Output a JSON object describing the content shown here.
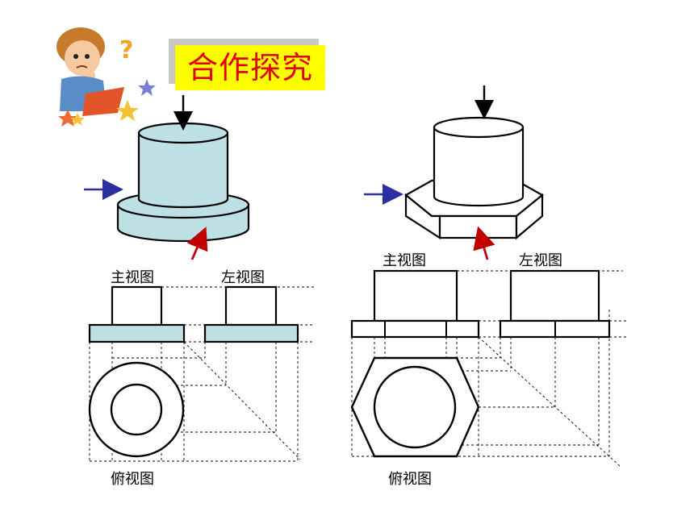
{
  "title": "合作探究",
  "left_diagram": {
    "front_view_label": "主视图",
    "left_view_label": "左视图",
    "top_view_label": "俯视图"
  },
  "right_diagram": {
    "front_view_label": "主视图",
    "left_view_label": "左视图",
    "top_view_label": "俯视图"
  },
  "colors": {
    "fill": "#bde0e4",
    "title_bg": "#ffff00",
    "title_text": "#e00000",
    "arrow_blue": "#2b2fa0",
    "arrow_red": "#c00000"
  }
}
